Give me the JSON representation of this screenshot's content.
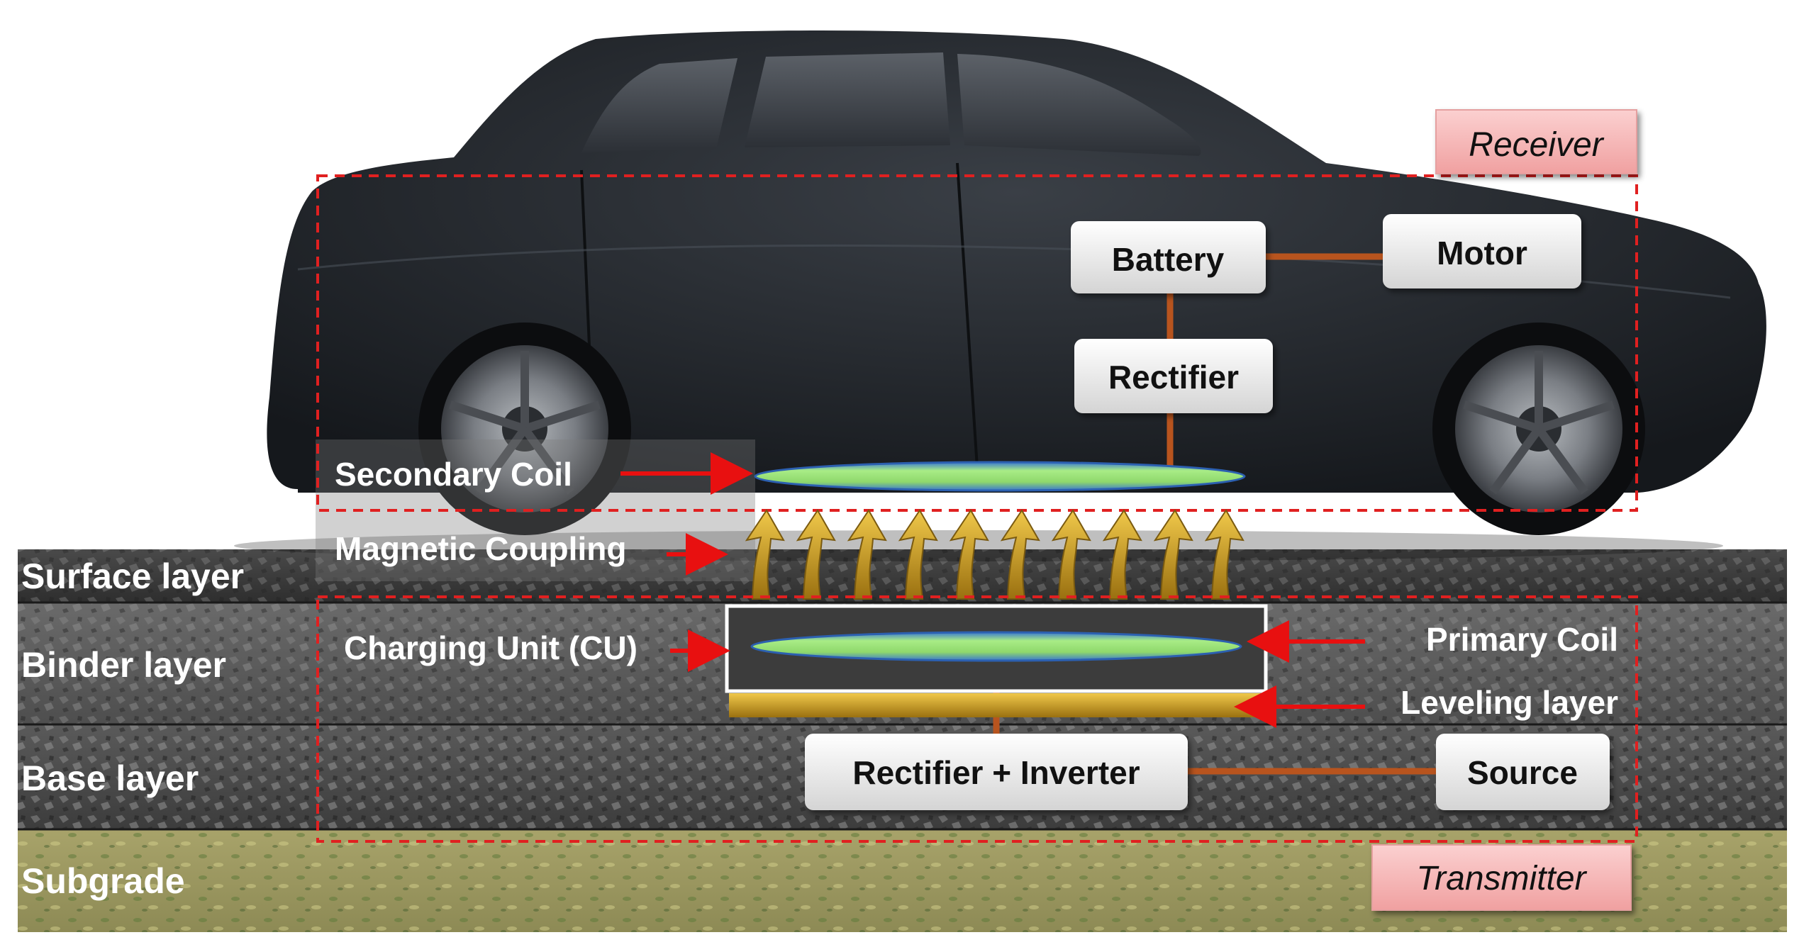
{
  "road_layers": {
    "surface": "Surface layer",
    "binder": "Binder layer",
    "base": "Base layer",
    "subgrade": "Subgrade"
  },
  "receiver": {
    "tag": "Receiver",
    "battery": "Battery",
    "motor": "Motor",
    "rectifier": "Rectifier",
    "secondary_coil": "Secondary Coil"
  },
  "coupling": {
    "label": "Magnetic Coupling"
  },
  "transmitter": {
    "tag": "Transmitter",
    "charging_unit": "Charging Unit (CU)",
    "primary_coil": "Primary Coil",
    "leveling_layer": "Leveling layer",
    "rectifier_inverter": "Rectifier + Inverter",
    "source": "Source"
  },
  "colors": {
    "dashed_outline": "#e02020",
    "arrow": "#e81010",
    "wire": "#b8541e",
    "tag_fill": "#f6b8b8",
    "coil_green": "#9fe07a",
    "coil_blue": "#3a78d0",
    "coupling_gold": "#d2a020",
    "car_body": "#22262b"
  }
}
